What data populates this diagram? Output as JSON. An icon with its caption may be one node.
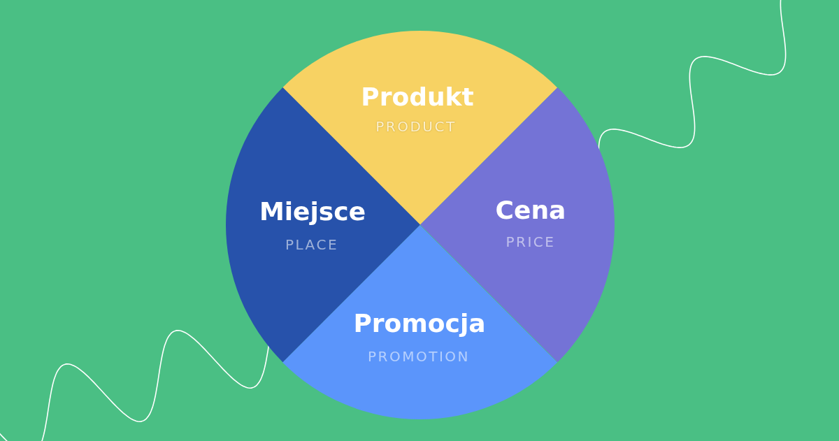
{
  "diagram": {
    "nodes": [
      {
        "text": [
          "Produkt",
          "PRODUCT"
        ]
      },
      {
        "text": [
          "Cena",
          "PRICE"
        ]
      },
      {
        "text": [
          "Promocja",
          "PROMOTION"
        ]
      },
      {
        "text": [
          "Miejsce",
          "PLACE"
        ]
      }
    ]
  }
}
